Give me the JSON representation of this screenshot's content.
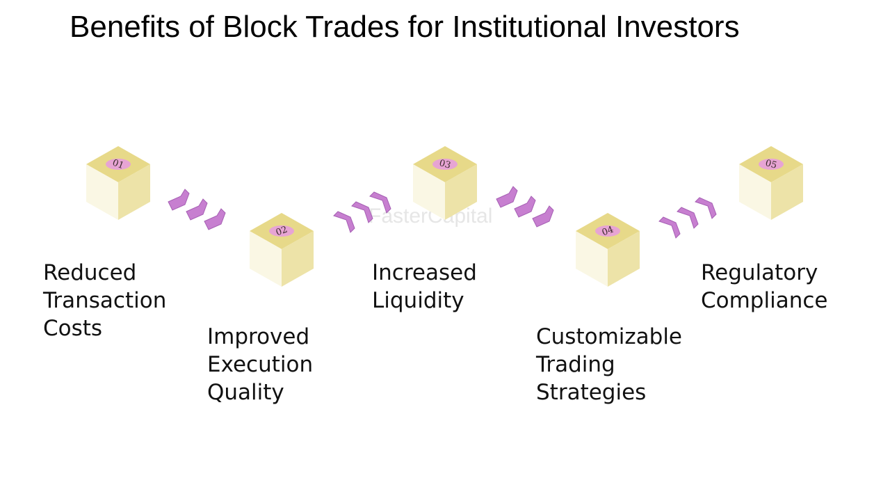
{
  "title": "Benefits of Block Trades for Institutional Investors",
  "watermark": "FasterCapital",
  "colors": {
    "cube_top": "#e7d989",
    "cube_left": "#faf7e4",
    "cube_right": "#ede3a8",
    "badge": "#e7a4d4",
    "chevron": "#c77fd0"
  },
  "steps": [
    {
      "number": "01",
      "lines": [
        "Reduced",
        "Transaction",
        "Costs"
      ]
    },
    {
      "number": "02",
      "lines": [
        "Improved",
        "Execution",
        "Quality"
      ]
    },
    {
      "number": "03",
      "lines": [
        "Increased",
        "Liquidity"
      ]
    },
    {
      "number": "04",
      "lines": [
        "Customizable",
        "Trading",
        "Strategies"
      ]
    },
    {
      "number": "05",
      "lines": [
        "Regulatory",
        "Compliance"
      ]
    }
  ]
}
